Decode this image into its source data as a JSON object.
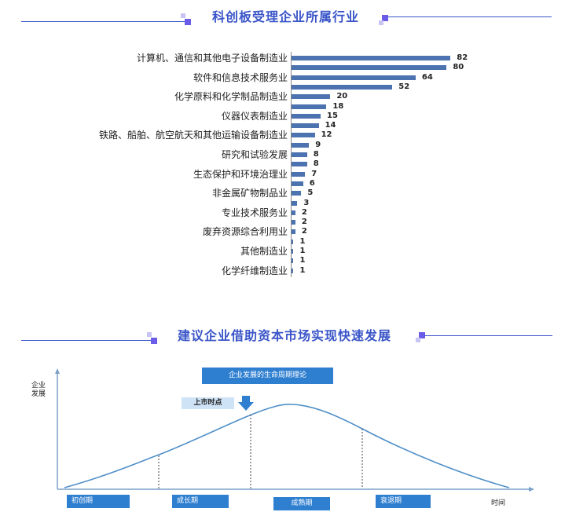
{
  "section1": {
    "title": "科创板受理企业所属行业"
  },
  "section2": {
    "title": "建议企业借助资本市场实现快速发展"
  },
  "chart_data": [
    {
      "type": "bar",
      "orientation": "horizontal",
      "title": "科创板受理企业所属行业",
      "categories": [
        "计算机、通信和其他电子设备制造业",
        "",
        "软件和信息技术服务业",
        "",
        "化学原料和化学制品制造业",
        "",
        "仪器仪表制造业",
        "",
        "铁路、船舶、航空航天和其他运输设备制造业",
        "",
        "研究和试验发展",
        "",
        "生态保护和环境治理业",
        "",
        "非金属矿物制品业",
        "",
        "专业技术服务业",
        "",
        "废弃资源综合利用业",
        "",
        "其他制造业",
        "",
        "化学纤维制造业"
      ],
      "values": [
        82,
        80,
        64,
        52,
        20,
        18,
        15,
        14,
        12,
        9,
        8,
        8,
        7,
        6,
        5,
        3,
        2,
        2,
        2,
        1,
        1,
        1,
        1
      ],
      "xlim": [
        0,
        90
      ],
      "grid": false
    },
    {
      "type": "line",
      "title": "企业发展的生命周期理论",
      "ylabel": "企业发展",
      "xlabel": "时间",
      "callout": "上市时点",
      "stages": [
        "初创期",
        "成长期",
        "成熟期",
        "衰退期"
      ]
    }
  ]
}
